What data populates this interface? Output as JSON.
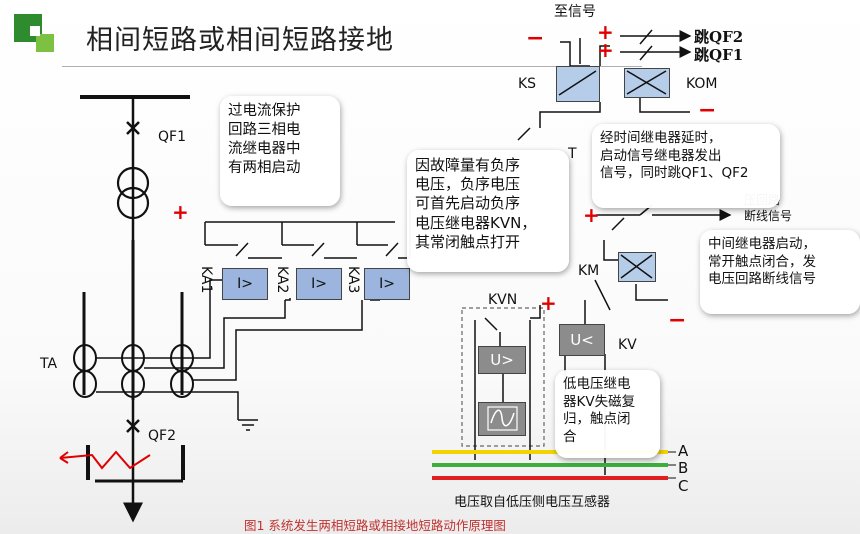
{
  "title": "相间短路或相间短路接地",
  "labels": {
    "qf1": "QF1",
    "qf2": "QF2",
    "ta": "TA",
    "ka1": "KA1",
    "ka2": "KA2",
    "ka3": "KA3",
    "ka_symbol": "I>",
    "ks": "KS",
    "kom": "KOM",
    "t": "T",
    "km": "KM",
    "kvn": "KVN",
    "kv": "KV",
    "u_gt": "U>",
    "u_lt": "U<",
    "signal": "至信号",
    "jump_qf2": "跳QF2",
    "jump_qf1": "跳QF1",
    "pt_break": "压回路\n断线信号",
    "phase_a": "A",
    "phase_b": "B",
    "phase_c": "C",
    "plus": "+",
    "minus": "−"
  },
  "bubbles": {
    "overcurrent": "过电流保护\n回路三相电\n流继电器中\n有两相启动",
    "negative_seq": "因故障量有负序\n电压，负序电压\n可首先启动负序\n电压继电器KVN，\n其常闭触点打开",
    "time_relay": "经时间继电器延时，\n启动信号继电器发出\n信号，同时跳QF1、QF2",
    "middle_relay": "中间继电器启动，\n常开触点闭合，发\n电压回路断线信号",
    "low_voltage": "低电压继电\n器KV失磁复\n归，触点闭\n合"
  },
  "bottom_note": "电压取自低压侧电压互感器",
  "caption": "图1      系统发生两相短路或相接地短路动作原理图",
  "colors": {
    "accent_red": "#e00000",
    "phase_a": "#f2d400",
    "phase_b": "#3cae3c",
    "phase_c": "#e02020",
    "relay_blue": "#9bb5de"
  }
}
